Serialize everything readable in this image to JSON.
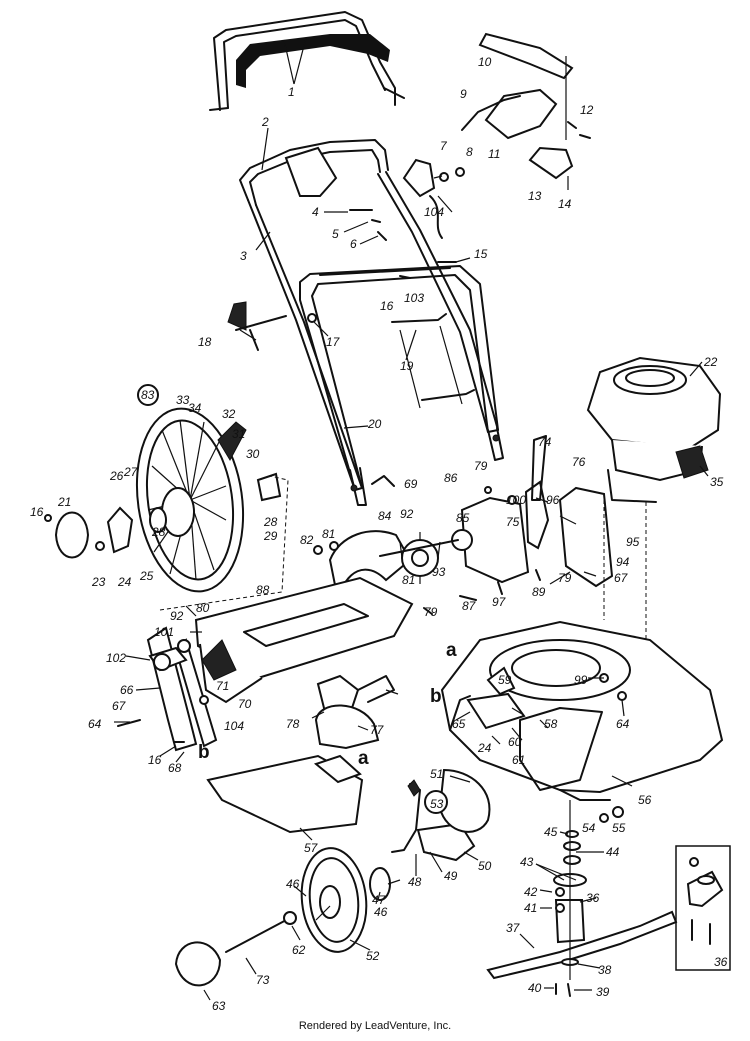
{
  "callouts": [
    "1",
    "2",
    "3",
    "4",
    "5",
    "6",
    "7",
    "8",
    "9",
    "10",
    "11",
    "12",
    "13",
    "14",
    "15",
    "16",
    "103",
    "17",
    "18",
    "19",
    "20",
    "83",
    "33",
    "34",
    "32",
    "31",
    "30",
    "26",
    "27",
    "28",
    "29",
    "21",
    "16",
    "23",
    "24",
    "25",
    "28",
    "22",
    "35",
    "74",
    "76",
    "86",
    "79",
    "100",
    "85",
    "92",
    "93",
    "84",
    "82",
    "81",
    "69",
    "96",
    "75",
    "95",
    "94",
    "79",
    "67",
    "89",
    "97",
    "87",
    "81",
    "79",
    "88",
    "92",
    "80",
    "101",
    "102",
    "71",
    "70",
    "66",
    "67",
    "64",
    "104",
    "16",
    "68",
    "99",
    "64",
    "59",
    "65",
    "60",
    "24",
    "61",
    "58",
    "78",
    "77",
    "56",
    "51",
    "53",
    "57",
    "45",
    "54",
    "55",
    "44",
    "43",
    "42",
    "36",
    "41",
    "37",
    "38",
    "40",
    "39",
    "46",
    "47",
    "48",
    "49",
    "50",
    "52",
    "46",
    "62",
    "73",
    "63",
    "36"
  ],
  "letters": [
    "a",
    "b",
    "a",
    "b"
  ],
  "footer": "Rendered by LeadVenture, Inc."
}
